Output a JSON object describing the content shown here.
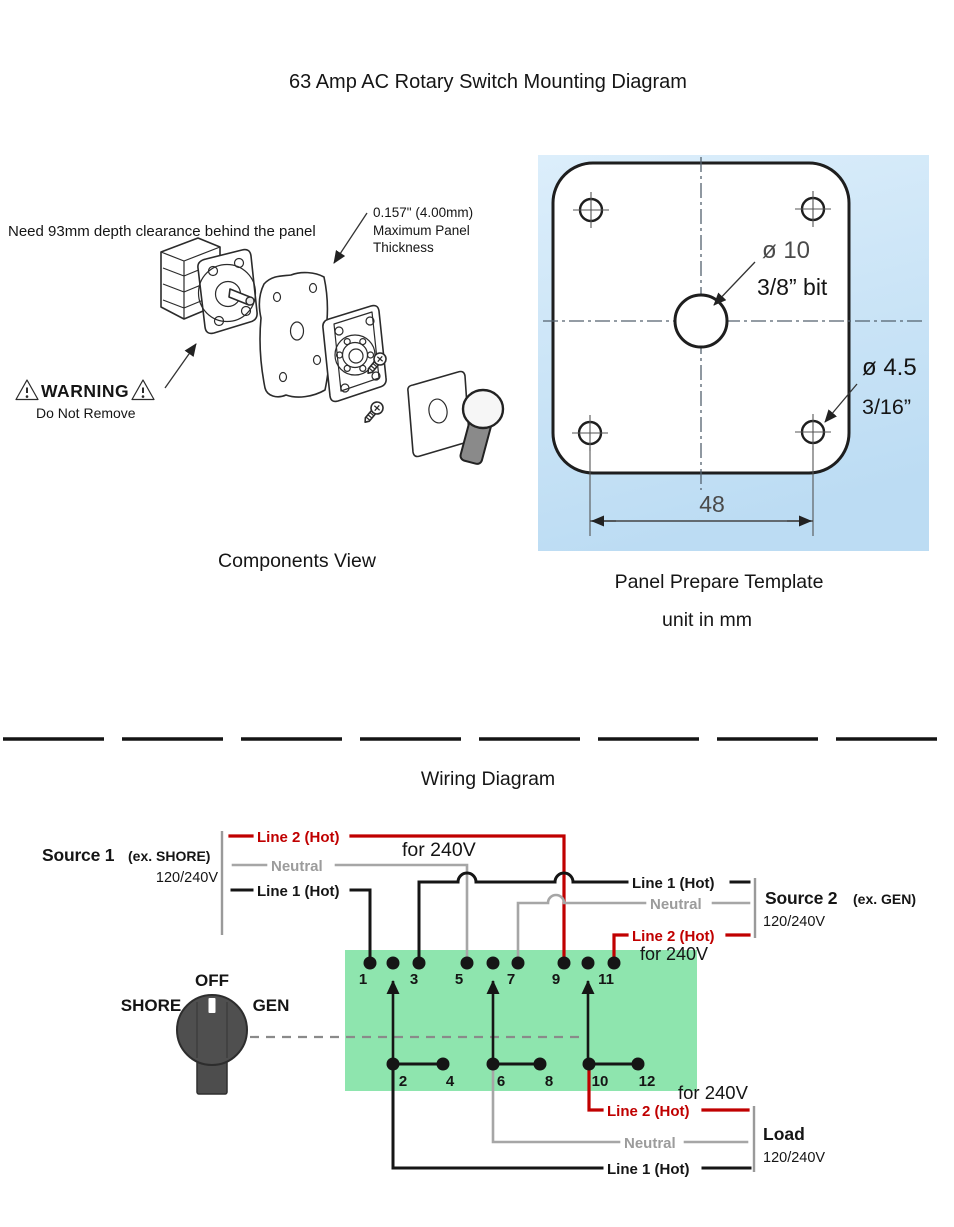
{
  "title": "63 Amp AC Rotary Switch Mounting Diagram",
  "components_view": {
    "caption": "Components View",
    "depth_note": "Need 93mm depth clearance behind the panel",
    "thickness_note": [
      "0.157\" (4.00mm)",
      "Maximum Panel",
      "Thickness"
    ],
    "warning_label": "WARNING",
    "warning_sub": "Do Not Remove"
  },
  "panel_template": {
    "caption": "Panel Prepare Template",
    "unit_note": "unit in mm",
    "center_hole": {
      "diameter": "ø 10",
      "drill_bit": "3/8” bit"
    },
    "corner_hole": {
      "diameter": "ø 4.5",
      "drill_bit": "3/16”"
    },
    "hole_spacing_mm": "48"
  },
  "wiring": {
    "caption": "Wiring Diagram",
    "source1": {
      "name": "Source 1",
      "example": "(ex. SHORE)",
      "voltage": "120/240V",
      "lines": [
        "Line 2 (Hot)",
        "Neutral",
        "Line 1 (Hot)"
      ],
      "note": "for 240V"
    },
    "source2": {
      "name": "Source 2",
      "example": "(ex. GEN)",
      "voltage": "120/240V",
      "lines": [
        "Line 1 (Hot)",
        "Neutral",
        "Line 2 (Hot)"
      ],
      "note": "for 240V"
    },
    "load": {
      "name": "Load",
      "voltage": "120/240V",
      "lines": [
        "Line 2 (Hot)",
        "Neutral",
        "Line 1 (Hot)"
      ],
      "note": "for 240V"
    },
    "switch_positions": [
      "OFF",
      "SHORE",
      "GEN"
    ],
    "terminals_top": [
      "1",
      "3",
      "5",
      "7",
      "9",
      "11"
    ],
    "terminals_bottom": [
      "2",
      "4",
      "6",
      "8",
      "10",
      "12"
    ],
    "colors": {
      "hot_wire": "#c00000",
      "neutral_wire": "#a6a6a6",
      "black_wire": "#151515",
      "terminal_block": "#8ee5ae",
      "template_panel": "#cfe7f8"
    }
  }
}
